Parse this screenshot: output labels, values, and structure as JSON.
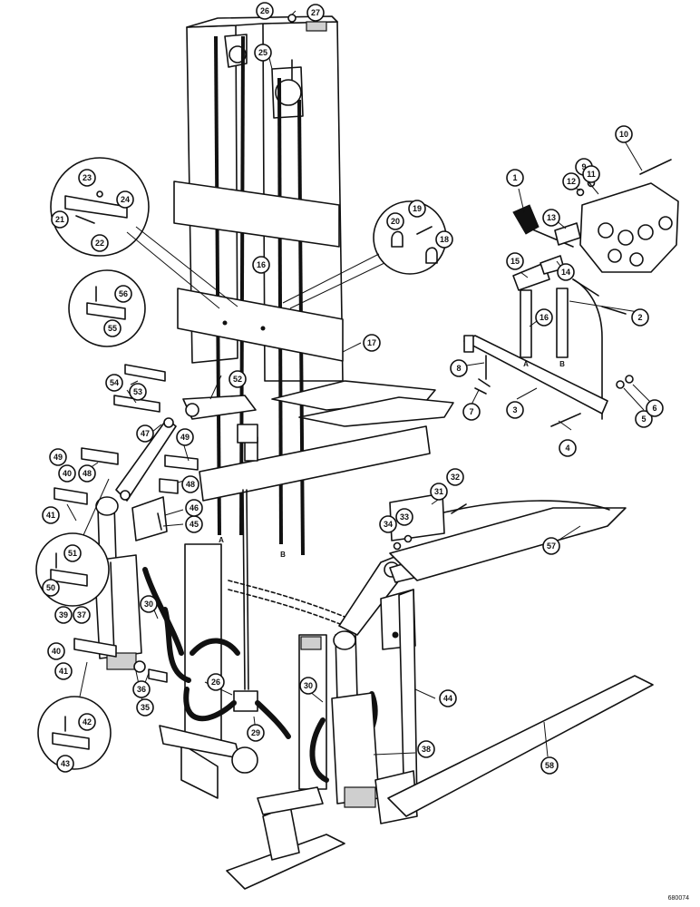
{
  "reference_code": "680074",
  "port_labels": [
    "A",
    "B",
    "A",
    "B"
  ],
  "callouts": [
    {
      "id": "c1",
      "label": "1"
    },
    {
      "id": "c2",
      "label": "2"
    },
    {
      "id": "c3",
      "label": "3"
    },
    {
      "id": "c4",
      "label": "4"
    },
    {
      "id": "c5",
      "label": "5"
    },
    {
      "id": "c6",
      "label": "6"
    },
    {
      "id": "c7",
      "label": "7"
    },
    {
      "id": "c8",
      "label": "8"
    },
    {
      "id": "c9",
      "label": "9"
    },
    {
      "id": "c10",
      "label": "10"
    },
    {
      "id": "c11",
      "label": "11"
    },
    {
      "id": "c12",
      "label": "12"
    },
    {
      "id": "c13",
      "label": "13"
    },
    {
      "id": "c14",
      "label": "14"
    },
    {
      "id": "c15",
      "label": "15"
    },
    {
      "id": "c16a",
      "label": "16"
    },
    {
      "id": "c16b",
      "label": "16"
    },
    {
      "id": "c17",
      "label": "17"
    },
    {
      "id": "c18",
      "label": "18"
    },
    {
      "id": "c19",
      "label": "19"
    },
    {
      "id": "c20",
      "label": "20"
    },
    {
      "id": "c21",
      "label": "21"
    },
    {
      "id": "c22",
      "label": "22"
    },
    {
      "id": "c23",
      "label": "23"
    },
    {
      "id": "c24",
      "label": "24"
    },
    {
      "id": "c25",
      "label": "25"
    },
    {
      "id": "c26a",
      "label": "26"
    },
    {
      "id": "c26b",
      "label": "26"
    },
    {
      "id": "c27",
      "label": "27"
    },
    {
      "id": "c29",
      "label": "29"
    },
    {
      "id": "c30a",
      "label": "30"
    },
    {
      "id": "c30b",
      "label": "30"
    },
    {
      "id": "c31",
      "label": "31"
    },
    {
      "id": "c32",
      "label": "32"
    },
    {
      "id": "c33",
      "label": "33"
    },
    {
      "id": "c34",
      "label": "34"
    },
    {
      "id": "c35",
      "label": "35"
    },
    {
      "id": "c36",
      "label": "36"
    },
    {
      "id": "c37",
      "label": "37"
    },
    {
      "id": "c38",
      "label": "38"
    },
    {
      "id": "c39",
      "label": "39"
    },
    {
      "id": "c40a",
      "label": "40"
    },
    {
      "id": "c40b",
      "label": "40"
    },
    {
      "id": "c41a",
      "label": "41"
    },
    {
      "id": "c41b",
      "label": "41"
    },
    {
      "id": "c42",
      "label": "42"
    },
    {
      "id": "c43",
      "label": "43"
    },
    {
      "id": "c44",
      "label": "44"
    },
    {
      "id": "c45",
      "label": "45"
    },
    {
      "id": "c46",
      "label": "46"
    },
    {
      "id": "c47",
      "label": "47"
    },
    {
      "id": "c48a",
      "label": "48"
    },
    {
      "id": "c48b",
      "label": "48"
    },
    {
      "id": "c49a",
      "label": "49"
    },
    {
      "id": "c49b",
      "label": "49"
    },
    {
      "id": "c50",
      "label": "50"
    },
    {
      "id": "c51",
      "label": "51"
    },
    {
      "id": "c52",
      "label": "52"
    },
    {
      "id": "c53",
      "label": "53"
    },
    {
      "id": "c54",
      "label": "54"
    },
    {
      "id": "c55",
      "label": "55"
    },
    {
      "id": "c56",
      "label": "56"
    },
    {
      "id": "c57",
      "label": "57"
    },
    {
      "id": "c58",
      "label": "58"
    }
  ]
}
